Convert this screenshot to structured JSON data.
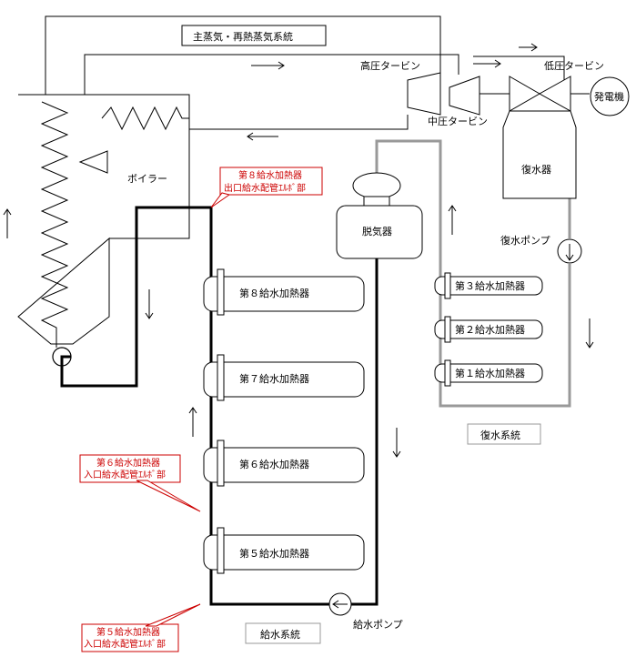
{
  "labels": {
    "main_steam_system": "主蒸気・再熱蒸気系統",
    "hp_turbine": "高圧タービン",
    "ip_turbine": "中圧タービン",
    "lp_turbine": "低圧タービン",
    "generator": "発電機",
    "condenser": "復水器",
    "condensate_pump": "復水ポンプ",
    "boiler": "ボイラー",
    "deaerator": "脱気器",
    "condensate_system": "復水系統",
    "feedwater_system": "給水系統",
    "feedwater_pump": "給水ポンプ"
  },
  "heaters_hp": [
    "第８給水加熱器",
    "第７給水加熱器",
    "第６給水加熱器",
    "第５給水加熱器"
  ],
  "heaters_lp": [
    "第３給水加熱器",
    "第２給水加熱器",
    "第１給水加熱器"
  ],
  "callouts": {
    "heater8_outlet_line1": "第８給水加熱器",
    "heater8_outlet_line2": "出口給水配管ｴﾙﾎﾞ部",
    "heater6_inlet_line1": "第６給水加熱器",
    "heater6_inlet_line2": "入口給水配管ｴﾙﾎﾞ部",
    "heater5_inlet_line1": "第５給水加熱器",
    "heater5_inlet_line2": "入口給水配管ｴﾙﾎﾞ部"
  },
  "colors": {
    "line": "#000000",
    "condensate_line": "#999999",
    "callout": "#cc0000"
  }
}
